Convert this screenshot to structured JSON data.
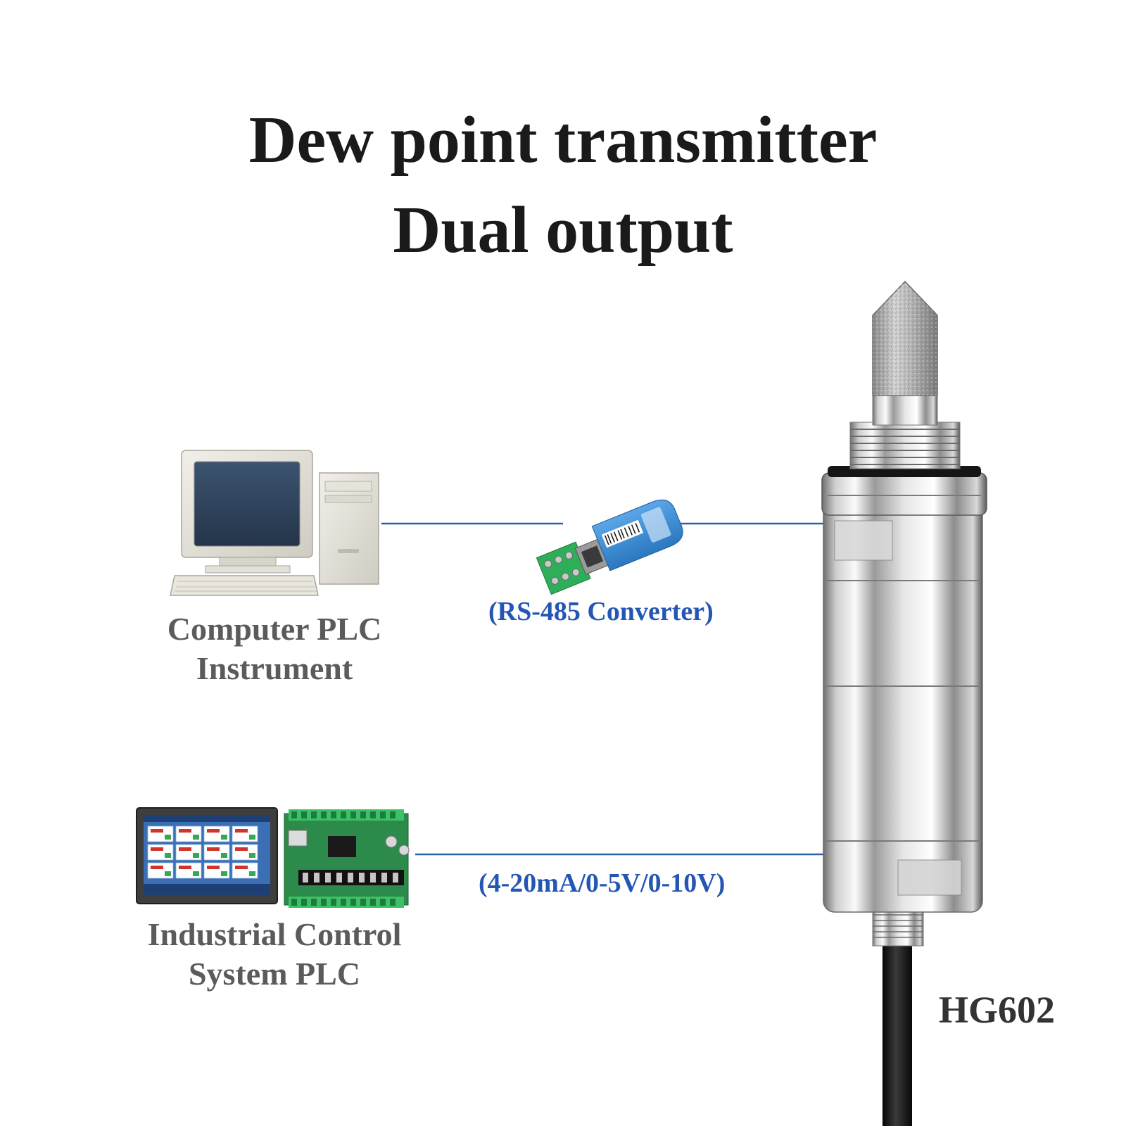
{
  "title": {
    "line1": "Dew point transmitter",
    "line2": "Dual output"
  },
  "computer": {
    "label_line1": "Computer PLC",
    "label_line2": "Instrument"
  },
  "industrial_control": {
    "label_line1": "Industrial Control",
    "label_line2": "System PLC"
  },
  "connections": {
    "digital_label": "(RS-485 Converter)",
    "analog_label": "(4-20mA/0-5V/0-10V)"
  },
  "transmitter": {
    "model": "HG602"
  },
  "colors": {
    "line": "#2f5fb0",
    "connection_text": "#2457b4",
    "converter_blue": "#3a8ed6",
    "terminal_green": "#2fae5a"
  }
}
